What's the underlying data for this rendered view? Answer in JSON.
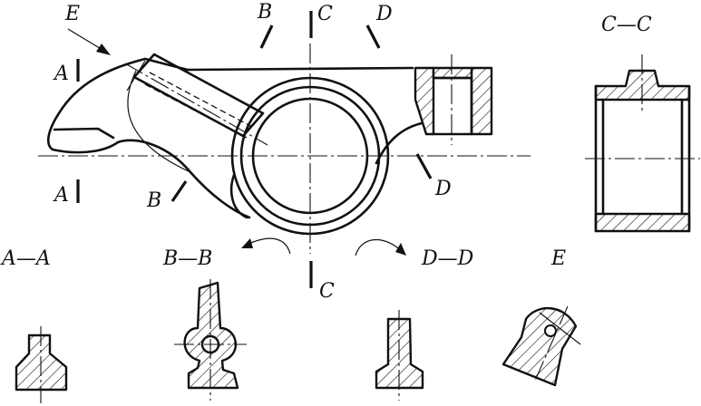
{
  "labels": {
    "e_arrow": "E",
    "b_top": "B",
    "c_top": "C",
    "d_top": "D",
    "a_upper": "A",
    "a_lower": "A",
    "b_lower": "B",
    "d_lower": "D",
    "c_bottom": "C",
    "section_cc": "C—C",
    "section_aa": "A—A",
    "section_bb": "B—B",
    "section_dd": "D—D",
    "view_e": "E"
  }
}
